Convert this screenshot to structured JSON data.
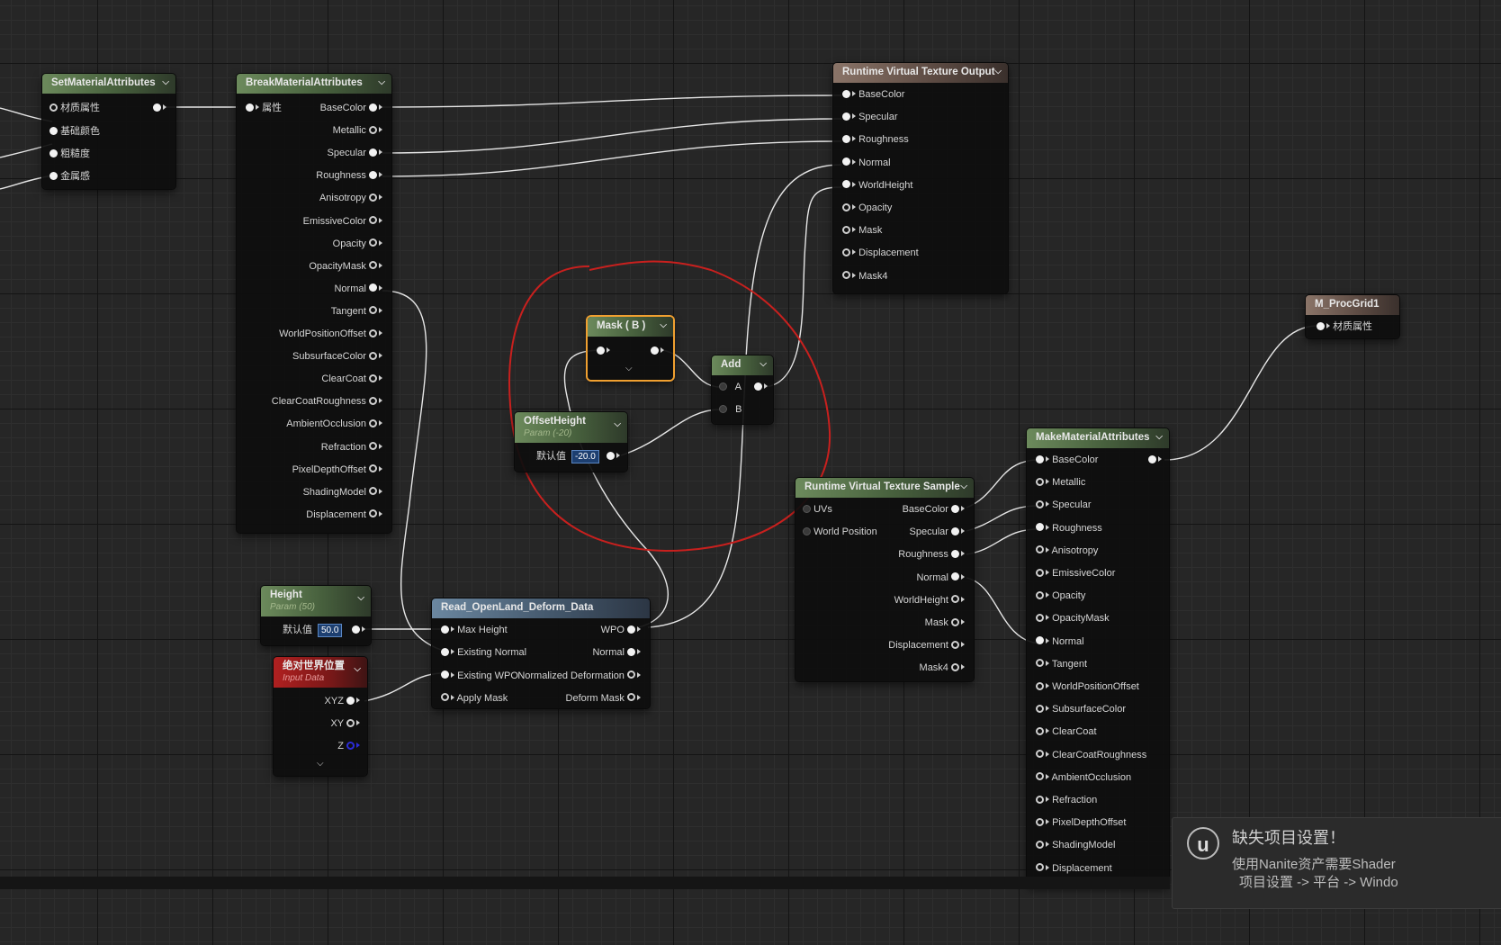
{
  "nodes": {
    "set_material_attributes": {
      "title": "SetMaterialAttributes",
      "pins": [
        "材质属性",
        "基础颜色",
        "粗糙度",
        "金属感"
      ]
    },
    "break_material_attributes": {
      "title": "BreakMaterialAttributes",
      "input": "属性",
      "outputs": [
        "BaseColor",
        "Metallic",
        "Specular",
        "Roughness",
        "Anisotropy",
        "EmissiveColor",
        "Opacity",
        "OpacityMask",
        "Normal",
        "Tangent",
        "WorldPositionOffset",
        "SubsurfaceColor",
        "ClearCoat",
        "ClearCoatRoughness",
        "AmbientOcclusion",
        "Refraction",
        "PixelDepthOffset",
        "ShadingModel",
        "Displacement"
      ]
    },
    "rvt_output": {
      "title": "Runtime Virtual Texture Output",
      "inputs": [
        "BaseColor",
        "Specular",
        "Roughness",
        "Normal",
        "WorldHeight",
        "Opacity",
        "Mask",
        "Displacement",
        "Mask4"
      ]
    },
    "mask_b": {
      "title": "Mask ( B )"
    },
    "add": {
      "title": "Add",
      "inputs": [
        "A",
        "B"
      ]
    },
    "offset_height": {
      "title": "OffsetHeight",
      "subtitle": "Param (-20)",
      "default_label": "默认值",
      "value": "-20.0"
    },
    "height": {
      "title": "Height",
      "subtitle": "Param (50)",
      "default_label": "默认值",
      "value": "50.0"
    },
    "absolute_world_position": {
      "title": "绝对世界位置",
      "subtitle": "Input Data",
      "outputs": [
        "XYZ",
        "XY",
        "Z"
      ]
    },
    "read_openland": {
      "title": "Read_OpenLand_Deform_Data",
      "inputs": [
        "Max Height",
        "Existing Normal",
        "Existing WPO",
        "Apply Mask"
      ],
      "outputs": [
        "WPO",
        "Normal",
        "Normalized Deformation",
        "Deform Mask"
      ]
    },
    "rvt_sample": {
      "title": "Runtime Virtual Texture Sample",
      "inputs": [
        "UVs",
        "World Position"
      ],
      "outputs": [
        "BaseColor",
        "Specular",
        "Roughness",
        "Normal",
        "WorldHeight",
        "Mask",
        "Displacement",
        "Mask4"
      ]
    },
    "make_material_attributes": {
      "title": "MakeMaterialAttributes",
      "inputs": [
        "BaseColor",
        "Metallic",
        "Specular",
        "Roughness",
        "Anisotropy",
        "EmissiveColor",
        "Opacity",
        "OpacityMask",
        "Normal",
        "Tangent",
        "WorldPositionOffset",
        "SubsurfaceColor",
        "ClearCoat",
        "ClearCoatRoughness",
        "AmbientOcclusion",
        "Refraction",
        "PixelDepthOffset",
        "ShadingModel",
        "Displacement"
      ]
    },
    "m_procgrid": {
      "title": "M_ProcGrid1",
      "pin": "材质属性"
    }
  },
  "toast": {
    "logo": "u",
    "title": "缺失项目设置！",
    "line1": "使用Nanite资产需要Shader",
    "line2": "项目设置 -> 平台 -> Windo"
  },
  "colors": {
    "annotation_circle": "#c8201e",
    "selected_outline": "#f0a030",
    "value_box": "#1d3f70"
  }
}
